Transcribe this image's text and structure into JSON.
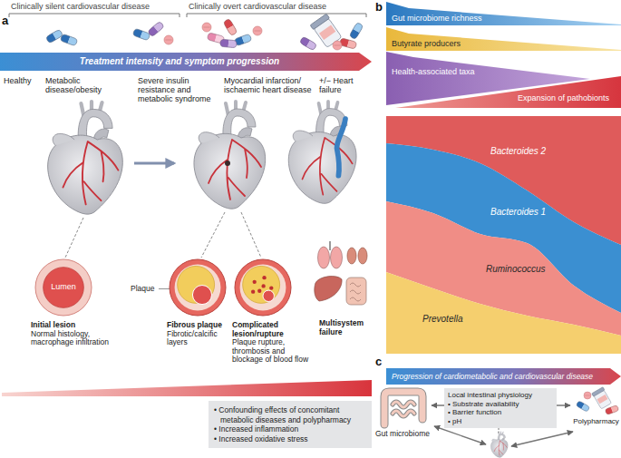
{
  "diagram": {
    "nodes": [
      {
        "text": [
          "Treatment intensity and symptom progression"
        ]
      },
      {
        "text": [
          "Lumen",
          "Initial lesion",
          "Normal histology, macrophage infiltration"
        ]
      },
      {
        "text": [
          "Fibrous plaque",
          "Fibrotic/calcific layers"
        ]
      },
      {
        "text": [
          "Complicated lesion/rupture",
          "Plaque rupture, thrombosis and blockage of blood flow"
        ]
      },
      {
        "text": [
          "• Confounding effects of concomitant metabolic diseases and polypharmacy",
          "• Increased inflammation",
          "• Increased oxidative stress"
        ]
      },
      {
        "text": [
          "Gut microbiome richness"
        ]
      },
      {
        "text": [
          "Butyrate producers"
        ]
      },
      {
        "text": [
          "Health-associated taxa"
        ]
      },
      {
        "text": [
          "Expansion of pathobionts"
        ]
      },
      {
        "text": [
          "Bacteroides 2"
        ]
      },
      {
        "text": [
          "Bacteroides 1"
        ]
      },
      {
        "text": [
          "Ruminococcus"
        ]
      },
      {
        "text": [
          "Prevotella"
        ]
      },
      {
        "text": [
          "Progression of cardiometabolic and cardiovascular disease"
        ]
      },
      {
        "text": [
          "Gut microbiome"
        ]
      },
      {
        "text": [
          "Local intestinal physiology",
          "• Substrate availability",
          "• Barrier function",
          "• pH"
        ]
      },
      {
        "text": [
          "Polypharmacy"
        ]
      }
    ],
    "edges": [
      {
        "from": 14,
        "to": 16,
        "arrow": "both"
      }
    ],
    "labels": [
      "a",
      "Clinically silent cardiovascular disease",
      "Clinically overt cardiovascular disease",
      "Healthy",
      "Metabolic disease/obesity",
      "Severe insulin resistance and metabolic syndrome",
      "Myocardial infarction/ ischaemic heart disease",
      "+/− Heart failure",
      "Plaque",
      "Multisystem failure",
      "b",
      "c"
    ]
  }
}
